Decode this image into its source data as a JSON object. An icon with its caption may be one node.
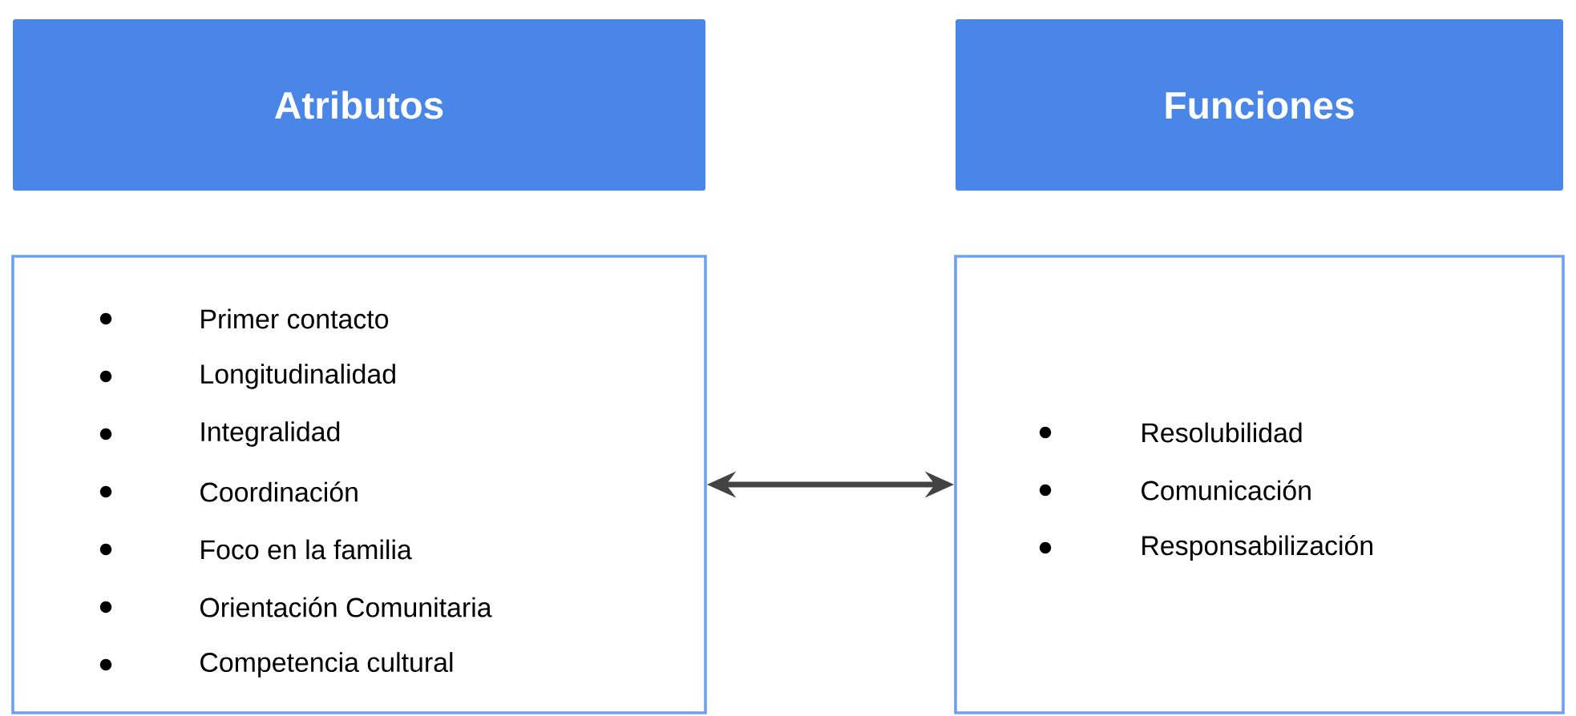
{
  "diagram": {
    "nodes": [
      {
        "text": [
          "Atributos"
        ]
      },
      {
        "text": [
          "Funciones"
        ]
      },
      {
        "text": [
          "Primer contacto",
          "Longitudinalidad",
          "Integralidad",
          "Coordinación",
          "Foco en la familia",
          "Orientación Comunitaria",
          "Competencia cultural"
        ]
      },
      {
        "text": [
          "Resolubilidad",
          "Comunicación",
          "Responsabilización"
        ]
      }
    ],
    "edges": [
      {
        "from": 2,
        "to": 3,
        "arrow": "both"
      }
    ]
  }
}
